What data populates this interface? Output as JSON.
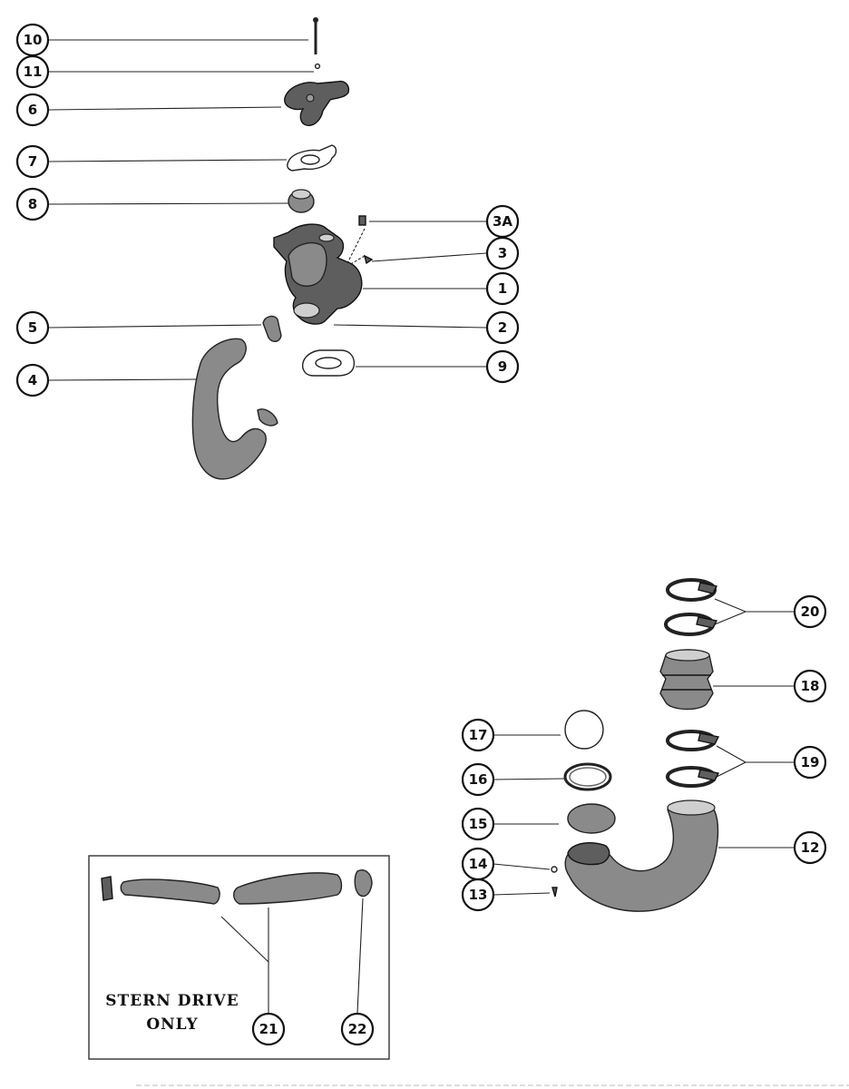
{
  "callouts": [
    {
      "id": "10",
      "label": "10"
    },
    {
      "id": "11",
      "label": "11"
    },
    {
      "id": "6",
      "label": "6"
    },
    {
      "id": "7",
      "label": "7"
    },
    {
      "id": "8",
      "label": "8"
    },
    {
      "id": "3A",
      "label": "3A"
    },
    {
      "id": "3",
      "label": "3"
    },
    {
      "id": "1",
      "label": "1"
    },
    {
      "id": "5",
      "label": "5"
    },
    {
      "id": "2",
      "label": "2"
    },
    {
      "id": "9",
      "label": "9"
    },
    {
      "id": "4",
      "label": "4"
    },
    {
      "id": "20",
      "label": "20"
    },
    {
      "id": "18",
      "label": "18"
    },
    {
      "id": "17",
      "label": "17"
    },
    {
      "id": "16",
      "label": "16"
    },
    {
      "id": "19",
      "label": "19"
    },
    {
      "id": "15",
      "label": "15"
    },
    {
      "id": "12",
      "label": "12"
    },
    {
      "id": "14",
      "label": "14"
    },
    {
      "id": "13",
      "label": "13"
    },
    {
      "id": "21",
      "label": "21"
    },
    {
      "id": "22",
      "label": "22"
    }
  ],
  "inset": {
    "line1": "STERN DRIVE",
    "line2": "ONLY"
  }
}
